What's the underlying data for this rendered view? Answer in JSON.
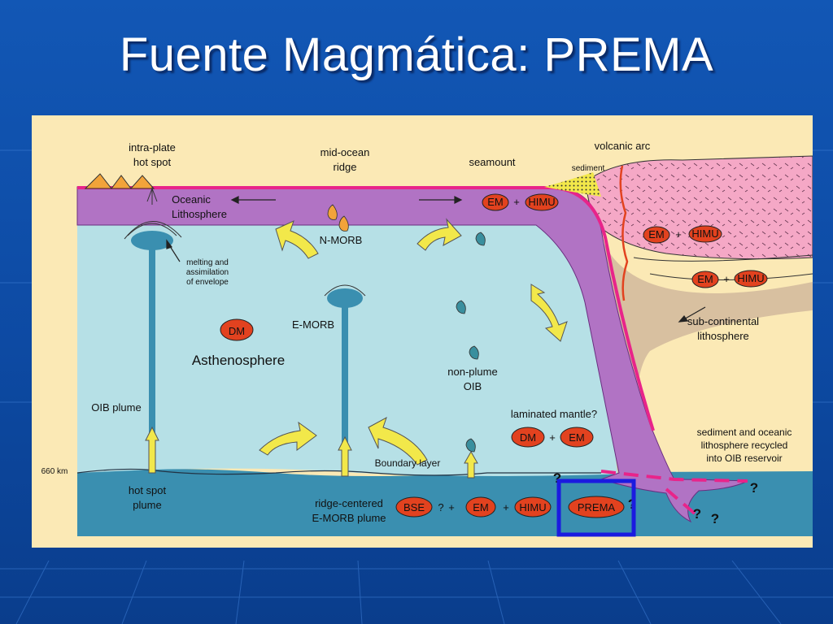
{
  "title": "Fuente Magmática: PREMA",
  "labels": {
    "intraplate_1": "intra-plate",
    "intraplate_2": "hot spot",
    "midocean_1": "mid-ocean",
    "midocean_2": "ridge",
    "seamount": "seamount",
    "volcanic_arc": "volcanic arc",
    "sediment": "sediment",
    "oceanic_1": "Oceanic",
    "oceanic_2": "Lithosphere",
    "nmorb": "N-MORB",
    "melting_1": "melting and",
    "melting_2": "assimilation",
    "melting_3": "of envelope",
    "emorb": "E-MORB",
    "asthenosphere": "Asthenosphere",
    "nonplume_1": "non-plume",
    "nonplume_2": "OIB",
    "laminated": "laminated mantle?",
    "oib_plume": "OIB plume",
    "km660": "660 km",
    "boundary_layer": "Boundary layer",
    "hotspot_plume_1": "hot spot",
    "hotspot_plume_2": "plume",
    "ridge_centered_1": "ridge-centered",
    "ridge_centered_2": "E-MORB plume",
    "subcont_1": "sub-continental",
    "subcont_2": "lithosphere",
    "sediment_recycled_1": "sediment and oceanic",
    "sediment_recycled_2": "lithosphere recycled",
    "sediment_recycled_3": "into OIB reservoir",
    "q1": "?",
    "q2": "?",
    "q3": "?",
    "q4": "?",
    "q5": "?"
  },
  "reservoirs": {
    "em1": "EM",
    "himu1": "HIMU",
    "em2": "EM",
    "himu2": "HIMU",
    "em3": "EM",
    "himu3": "HIMU",
    "dm1": "DM",
    "dm2": "DM",
    "em4": "EM",
    "bse": "BSE",
    "em5": "EM",
    "himu4": "HIMU",
    "prema": "PREMA",
    "plus": "+",
    "q": "?"
  },
  "colors": {
    "background": "#1257b5",
    "frame": "#fbe9b5",
    "asthenosphere": "#b6e0e6",
    "lower_mantle": "#3a8fb0",
    "lithosphere": "#b173c4",
    "slab_edge": "#e8248a",
    "continent": "#f5a8c6",
    "reservoir_fill": "#e2421f",
    "arrow": "#f2e84a",
    "highlight_box": "#1b1be0"
  }
}
